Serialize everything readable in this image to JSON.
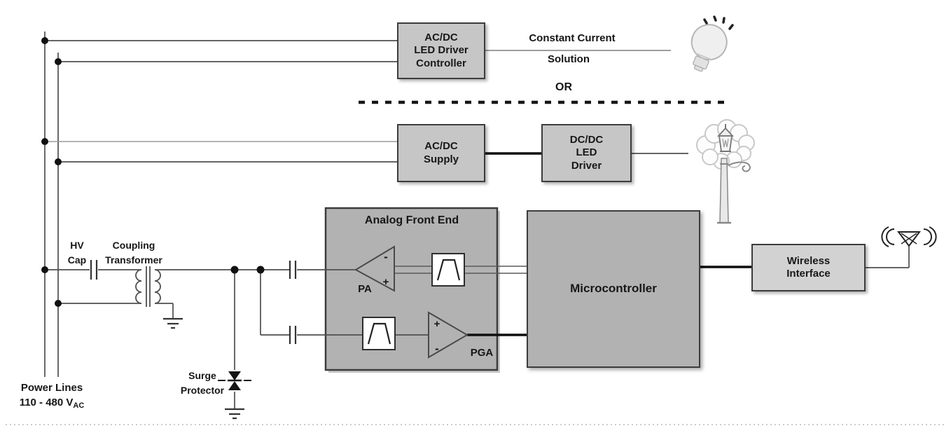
{
  "colors": {
    "background": "#ffffff",
    "block_fill": "#c6c6c6",
    "large_block_fill": "#b2b2b2",
    "wireless_block_fill": "#d2d2d2",
    "block_border": "#3c3c3c",
    "wire": "#4f4f4f",
    "thick_wire": "#0f0f0f",
    "text": "#161616"
  },
  "power": {
    "label": "Power Lines",
    "voltage": "110 - 480 V",
    "voltage_subscript": "AC"
  },
  "labels": {
    "hv_cap_line1": "HV",
    "hv_cap_line2": "Cap",
    "transformer_line1": "Coupling",
    "transformer_line2": "Transformer",
    "surge_line1": "Surge",
    "surge_line2": "Protector",
    "or_divider": "OR",
    "constant_current_line1": "Constant Current",
    "constant_current_line2": "Solution"
  },
  "blocks": {
    "led_driver_controller": {
      "line1": "AC/DC",
      "line2": "LED Driver",
      "line3": "Controller"
    },
    "acdc_supply": {
      "line1": "AC/DC",
      "line2": "Supply"
    },
    "dcdc_led_driver": {
      "line1": "DC/DC",
      "line2": "LED",
      "line3": "Driver"
    },
    "analog_front_end": {
      "title": "Analog Front End",
      "pa_label": "PA",
      "pga_label": "PGA",
      "plus": "+",
      "minus": "-"
    },
    "microcontroller": {
      "label": "Microcontroller"
    },
    "wireless_interface": {
      "line1": "Wireless",
      "line2": "Interface"
    }
  },
  "icons": {
    "bulb": "led-bulb-icon",
    "street_lamp": "street-lamp-icon",
    "antenna": "antenna-icon"
  }
}
